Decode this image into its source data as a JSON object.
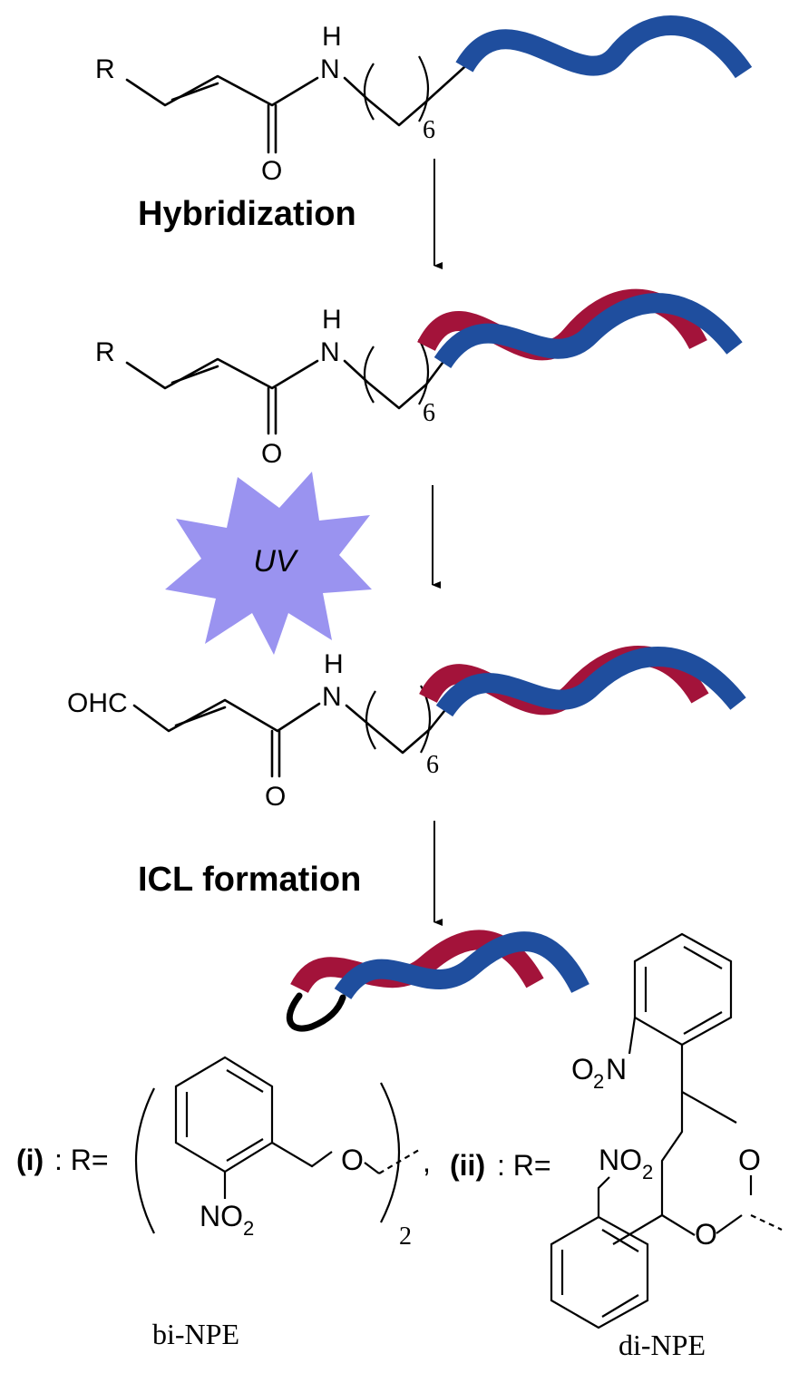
{
  "steps": {
    "hybridization": "Hybridization",
    "uv": "UV",
    "icl_formation": "ICL formation"
  },
  "molecule": {
    "r_group": "R",
    "nh_h": "H",
    "nh_n": "N",
    "carbonyl_o": "O",
    "repeat_count": "6",
    "aldehyde": "OHC"
  },
  "legend": {
    "i_label": "(i)",
    "i_eq": ": R=",
    "i_name": "bi-NPE",
    "i_repeat": "2",
    "i_comma": ",",
    "ii_label": "(ii)",
    "ii_eq": ": R=",
    "ii_name": "di-NPE",
    "oxygen": "O",
    "nitro_pre": "NO",
    "nitro_sub": "2",
    "o2n_o": "O",
    "o2n_sub": "2",
    "o2n_n": "N"
  },
  "colors": {
    "blue_strand": "#1f4e9e",
    "red_strand": "#a3133a",
    "uv_burst": "#9a93f0"
  }
}
